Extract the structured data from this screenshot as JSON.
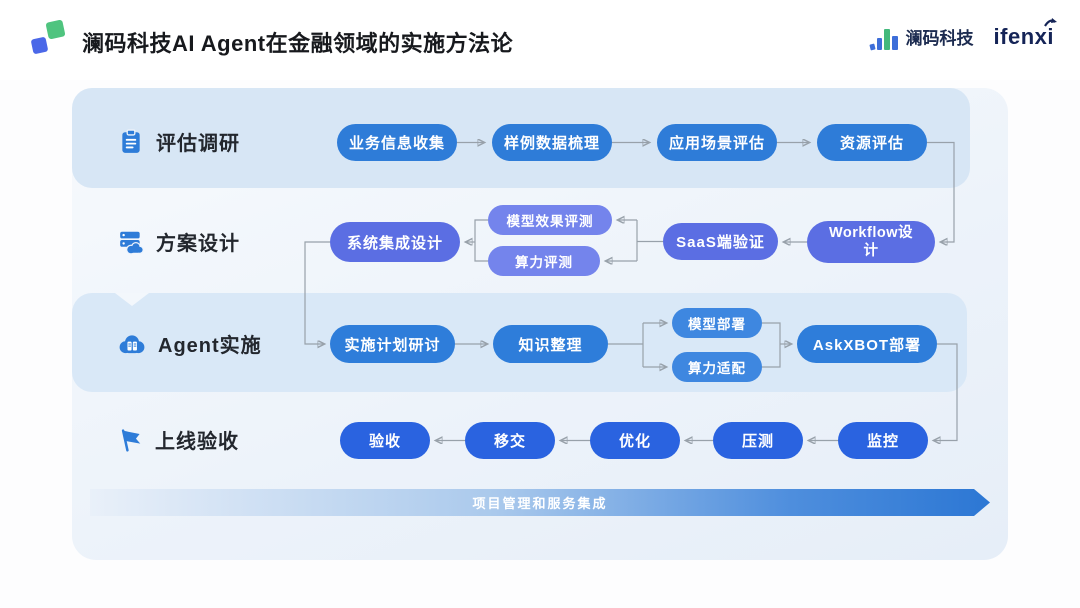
{
  "header": {
    "title": "澜码科技AI Agent在金融领域的实施方法论",
    "brands": {
      "lanma": "澜码科技",
      "ifenxi": "ifenxi"
    }
  },
  "rows": [
    {
      "label": "评估调研",
      "icon": "clipboard-icon",
      "nodes": [
        "业务信息收集",
        "样例数据梳理",
        "应用场景评估",
        "资源评估"
      ]
    },
    {
      "label": "方案设计",
      "icon": "server-cloud-icon",
      "nodes": [
        "系统集成设计",
        "模型效果评测",
        "算力评测",
        "SaaS端验证",
        "Workflow设计"
      ]
    },
    {
      "label": "Agent实施",
      "icon": "cloud-agent-icon",
      "nodes": [
        "实施计划研讨",
        "知识整理",
        "模型部署",
        "算力适配",
        "AskXBOT部署"
      ]
    },
    {
      "label": "上线验收",
      "icon": "flag-icon",
      "nodes": [
        "验收",
        "移交",
        "优化",
        "压测",
        "监控"
      ]
    }
  ],
  "edges": [
    [
      "业务信息收集",
      "样例数据梳理"
    ],
    [
      "样例数据梳理",
      "应用场景评估"
    ],
    [
      "应用场景评估",
      "资源评估"
    ],
    [
      "资源评估",
      "Workflow设计"
    ],
    [
      "Workflow设计",
      "SaaS端验证"
    ],
    [
      "SaaS端验证",
      "模型效果评测"
    ],
    [
      "SaaS端验证",
      "算力评测"
    ],
    [
      "模型效果评测",
      "系统集成设计"
    ],
    [
      "算力评测",
      "系统集成设计"
    ],
    [
      "系统集成设计",
      "实施计划研讨"
    ],
    [
      "实施计划研讨",
      "知识整理"
    ],
    [
      "知识整理",
      "模型部署"
    ],
    [
      "知识整理",
      "算力适配"
    ],
    [
      "模型部署",
      "AskXBOT部署"
    ],
    [
      "算力适配",
      "AskXBOT部署"
    ],
    [
      "AskXBOT部署",
      "监控"
    ],
    [
      "监控",
      "压测"
    ],
    [
      "压测",
      "优化"
    ],
    [
      "优化",
      "移交"
    ],
    [
      "移交",
      "验收"
    ]
  ],
  "footer": {
    "label": "项目管理和服务集成"
  },
  "colors": {
    "row1_pill": "#2e7cd8",
    "row2_pill_large": "#5b6ee3",
    "row2_pill_small": "#7484ec",
    "row3_pill": "#2e7dda",
    "row3_pill_small": "#3e87e0",
    "row4_pill": "#2a63e0",
    "band_row1": "#d7e6f5",
    "band_row3": "#d9e8f7",
    "connector": "#98a1aa",
    "logo_green": "#4fc47f",
    "logo_blue": "#4b68e8",
    "footer_gradient_end": "#2c77d4"
  }
}
